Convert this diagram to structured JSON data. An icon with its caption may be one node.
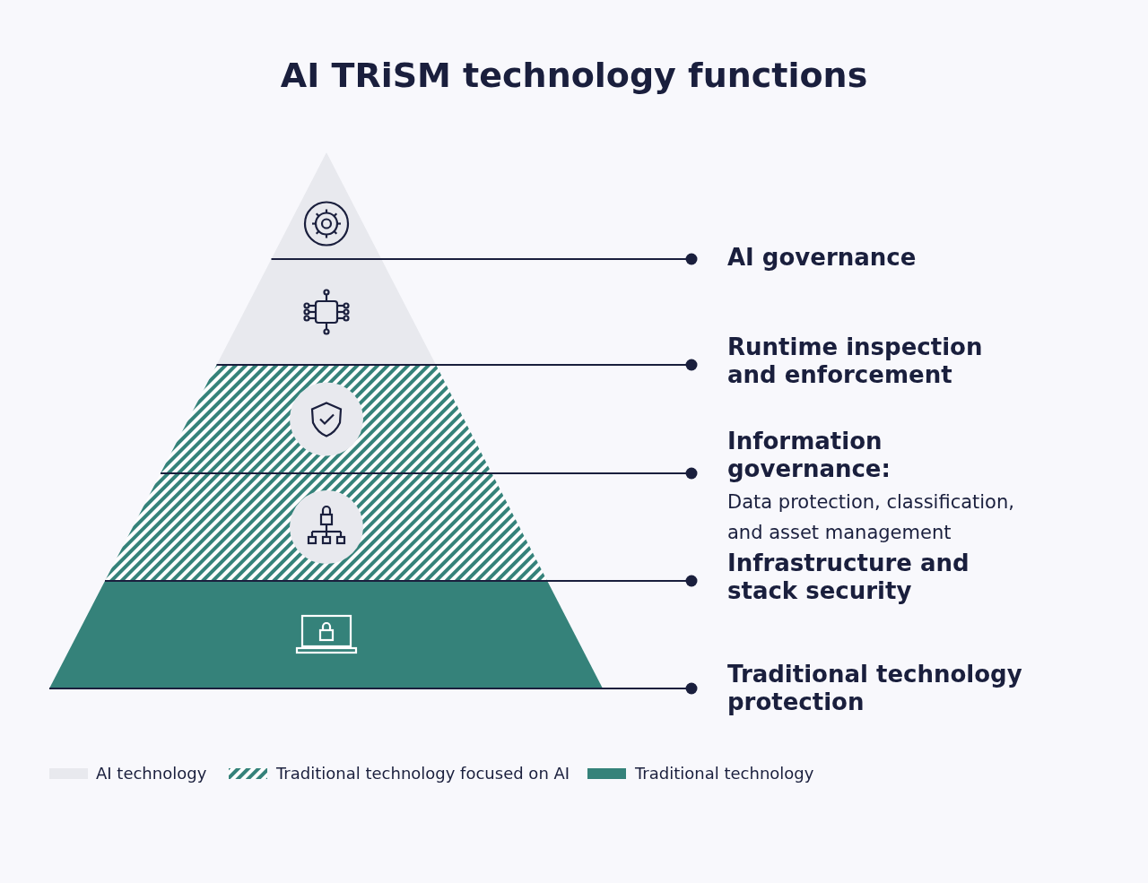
{
  "diagram": {
    "title": "AI TRiSM technology functions",
    "nodes": [
      {
        "text": [],
        "shape": "triangle"
      },
      {
        "text": [],
        "shape": "trapezoid"
      },
      {
        "text": [],
        "shape": "trapezoid"
      },
      {
        "text": [],
        "shape": "trapezoid"
      },
      {
        "text": [],
        "shape": "trapezoid"
      },
      {
        "text": [
          "AI governance"
        ]
      },
      {
        "text": [
          "Runtime inspection and enforcement"
        ]
      },
      {
        "text": [
          "Information governance:",
          "Data protection, classification, and asset management"
        ]
      },
      {
        "text": [
          "Infrastructure and stack security"
        ]
      },
      {
        "text": [
          "Traditional technology protection"
        ]
      }
    ],
    "edges": [
      {
        "from": 5,
        "to": 0,
        "arrow": "other"
      },
      {
        "from": 6,
        "to": 1,
        "arrow": "other"
      },
      {
        "from": 7,
        "to": 2,
        "arrow": "other"
      },
      {
        "from": 8,
        "to": 3,
        "arrow": "other"
      },
      {
        "from": 9,
        "to": 4,
        "arrow": "other"
      }
    ],
    "legend": [
      {
        "text": "AI technology",
        "color": "#e8e9ee"
      },
      {
        "text": "Traditional technology focused on AI"
      },
      {
        "text": "Traditional technology",
        "color": "#35827a"
      }
    ]
  }
}
